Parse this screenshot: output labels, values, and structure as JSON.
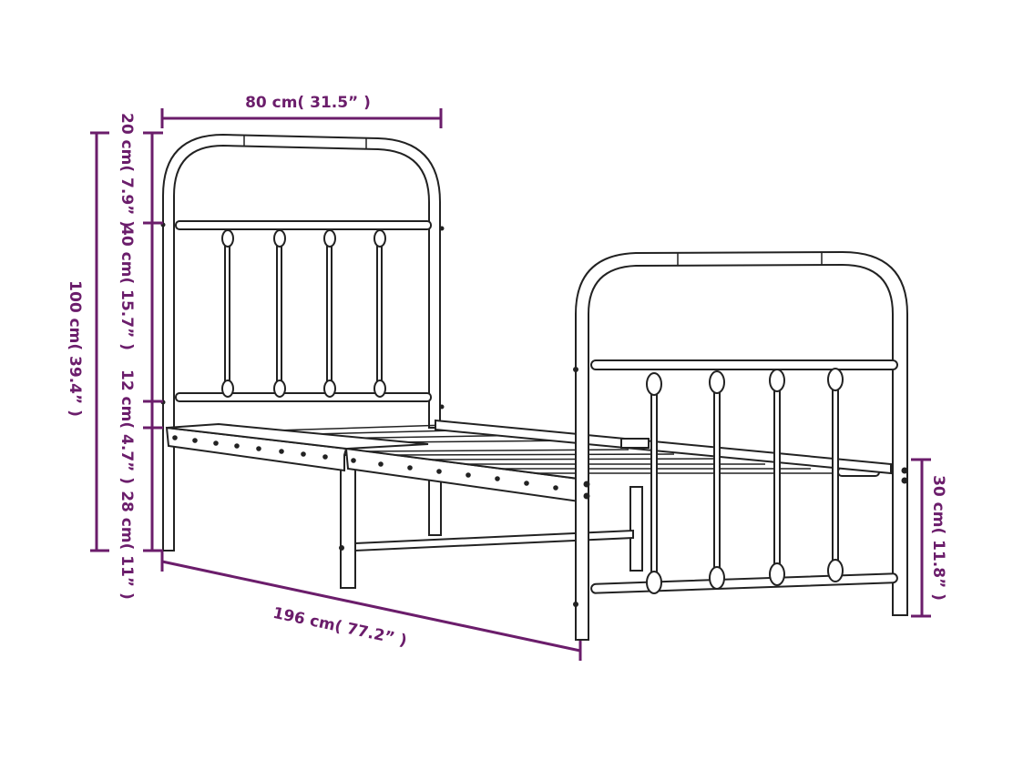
{
  "colors": {
    "dimension": "#6b1d6b",
    "outline": "#222222",
    "background": "#ffffff"
  },
  "dimensions": {
    "width": "80 cm( 31.5” )",
    "length": "196 cm( 77.2” )",
    "total_height": "100 cm( 39.4” )",
    "headboard_top": "20 cm( 7.9” )",
    "headboard_middle": "40 cm( 15.7” )",
    "headboard_lower": "12 cm( 4.7” )",
    "under_bed": "28 cm( 11” )",
    "footboard_height": "30 cm( 11.8” )"
  }
}
